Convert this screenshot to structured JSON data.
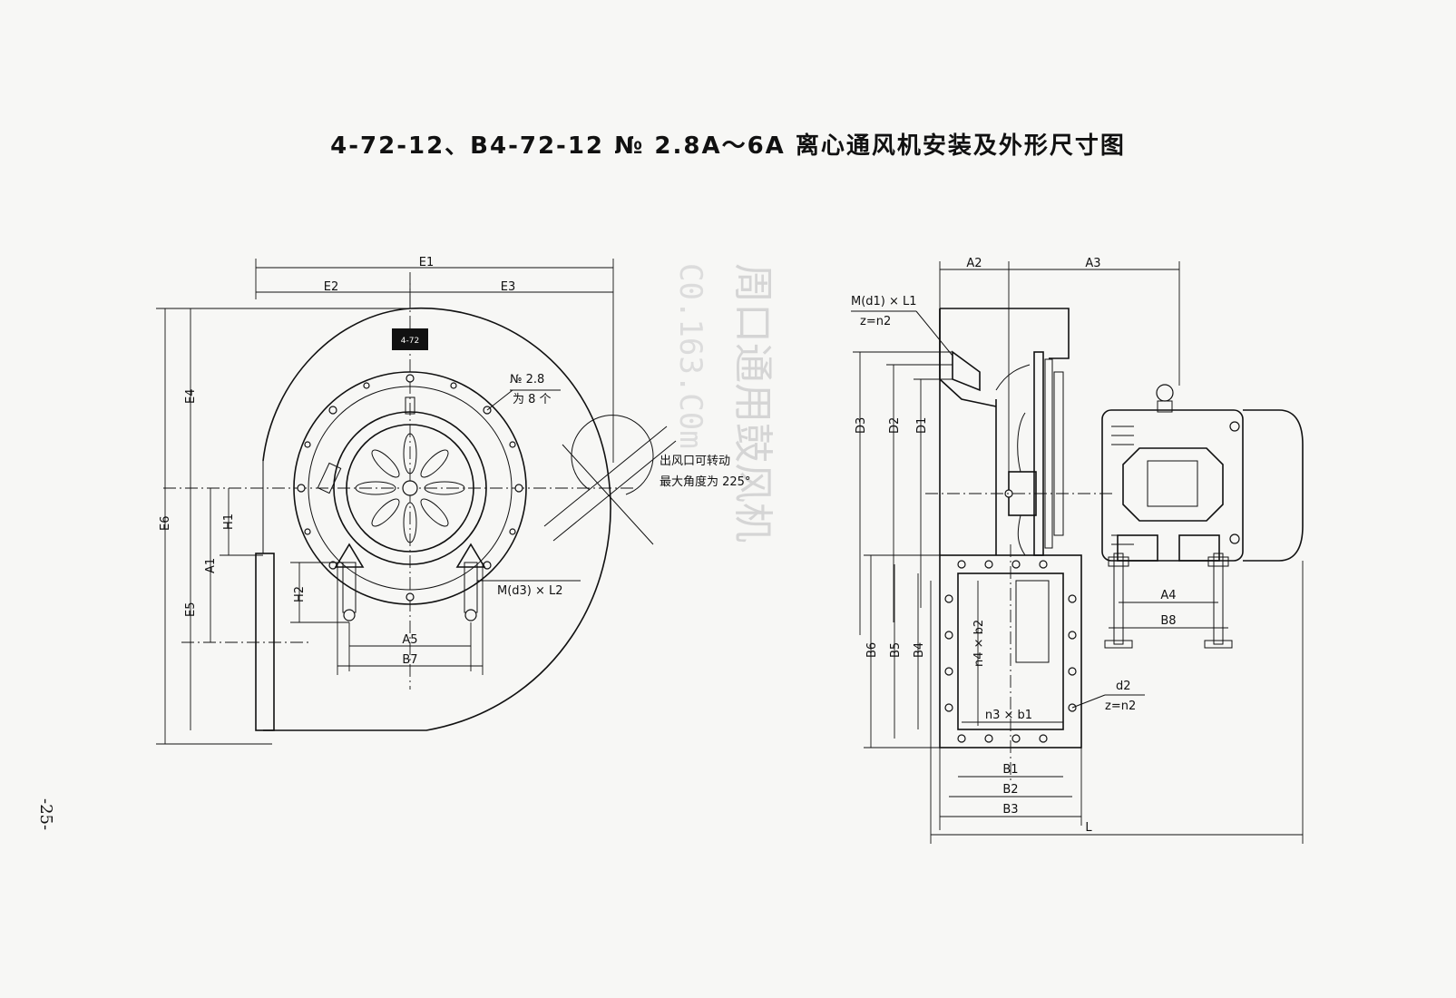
{
  "title": "4-72-12、B4-72-12 № 2.8A～6A 离心通风机安装及外形尺寸图",
  "page_number": "-25-",
  "watermark": {
    "line1": "周口通用鼓风机",
    "line2": "C0.163.C0m"
  },
  "nameplate": "4-72",
  "front_view": {
    "dims": {
      "E1": "E1",
      "E2": "E2",
      "E3": "E3",
      "E4": "E4",
      "E5": "E5",
      "E6": "E6",
      "A1": "A1",
      "A5": "A5",
      "B7": "B7",
      "H1": "H1",
      "H2": "H2"
    },
    "callout_holes_line1": "№ 2.8",
    "callout_holes_line2": "为 8 个",
    "callout_outlet_line1": "出风口可转动",
    "callout_outlet_line2": "最大角度为 225°",
    "callout_bolt": "M(d3) × L2"
  },
  "side_view": {
    "dims": {
      "A2": "A2",
      "A3": "A3",
      "A4": "A4",
      "B8": "B8",
      "D1": "D1",
      "D2": "D2",
      "D3": "D3",
      "B1": "B1",
      "B2": "B2",
      "B3": "B3",
      "B4": "B4",
      "B5": "B5",
      "B6": "B6",
      "L": "L"
    },
    "callout_bolt_line1": "M(d1) × L1",
    "callout_bolt_line2": "z=n2",
    "callout_hole_line1": "d2",
    "callout_hole_line2": "z=n2",
    "callout_n4b2": "n4 × b2",
    "callout_n3b1": "n3 × b1"
  }
}
